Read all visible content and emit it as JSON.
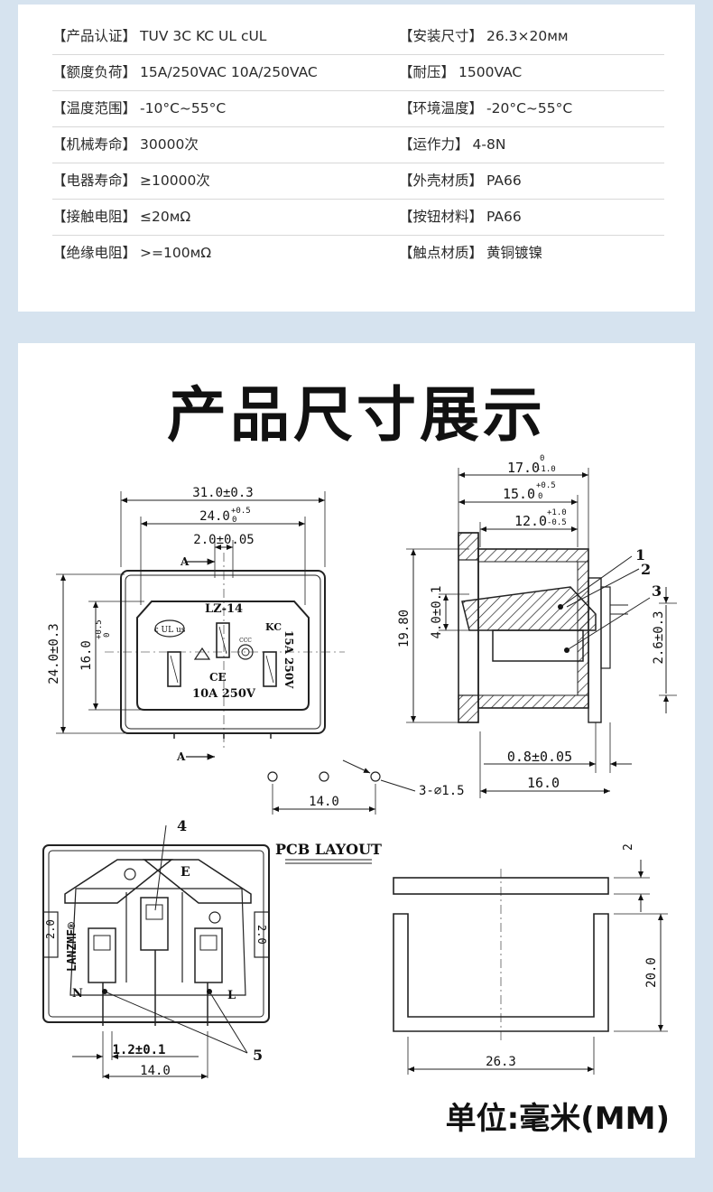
{
  "specs": [
    {
      "left_label": "【产品认证】",
      "left_value": "TUV 3C KC UL cUL",
      "right_label": "【安装尺寸】",
      "right_value": "26.3×20ᴍᴍ"
    },
    {
      "left_label": "【额度负荷】",
      "left_value": "15A/250VAC 10A/250VAC",
      "right_label": "【耐压】",
      "right_value": "1500VAC"
    },
    {
      "left_label": "【温度范围】",
      "left_value": "-10°C~55°C",
      "right_label": "【环境温度】",
      "right_value": "-20°C~55°C"
    },
    {
      "left_label": "【机械寿命】",
      "left_value": "30000次",
      "right_label": "【运作力】",
      "right_value": "4-8N"
    },
    {
      "left_label": "【电器寿命】",
      "left_value": "≥10000次",
      "right_label": "【外壳材质】",
      "right_value": "PA66"
    },
    {
      "left_label": "【接触电阻】",
      "left_value": "≤20ᴍΩ",
      "right_label": "【按钮材料】",
      "right_value": "PA66"
    },
    {
      "left_label": "【绝缘电阻】",
      "left_value": ">=100ᴍΩ",
      "right_label": "【触点材质】",
      "right_value": "黄铜镀镍"
    }
  ],
  "section": {
    "title": "产品尺寸展示",
    "unit": "单位:毫米(MM)"
  },
  "drawing": {
    "front": {
      "width_outer": "31.0±0.3",
      "width_inner": "24.0",
      "width_inner_tol_plus": "+0.5",
      "width_inner_tol_minus": "0",
      "slot_width": "2.0±0.05",
      "height_outer": "24.0±0.3",
      "height_inner": "16.0",
      "height_inner_tol_plus": "+0.5",
      "height_inner_tol_minus": "0",
      "section_mark_top": "A",
      "section_mark_bottom": "A",
      "model": "LZ-14",
      "rating_current_15": "15A",
      "rating_voltage_15": "250V",
      "rating_10": "10A  250V",
      "ce_mark": "CE",
      "cert_ccc": "CCC",
      "cert_ul": "c UL us",
      "cert_kc": "KC"
    },
    "side": {
      "depth_total": "17.0",
      "depth_total_tol_plus": "0",
      "depth_total_tol_minus": "-1.0",
      "depth_mid": "15.0",
      "depth_mid_tol_plus": "+0.5",
      "depth_mid_tol_minus": "0",
      "depth_inner": "12.0",
      "depth_inner_tol_plus": "+1.0",
      "depth_inner_tol_minus": "-0.5",
      "height_total": "19.80",
      "slot_height": "4.0±0.1",
      "right_height": "2.6±0.3",
      "pin_thickness": "0.8±0.05",
      "pin_length": "16.0",
      "callout_1": "1",
      "callout_2": "2",
      "callout_3": "3"
    },
    "holes": {
      "spacing": "14.0",
      "hole_label": "3-⌀1.5"
    },
    "pcb": {
      "title": "PCB LAYOUT",
      "top_thickness": "2",
      "height": "20.0",
      "width": "26.3"
    },
    "back": {
      "callout_4": "4",
      "callout_5": "5",
      "label_e": "E",
      "label_n": "N",
      "label_l": "L",
      "brand": "LANZMF®",
      "side_left": "2.0",
      "side_right": "2.0",
      "pin_offset": "1.2±0.1",
      "pin_span": "14.0"
    }
  }
}
